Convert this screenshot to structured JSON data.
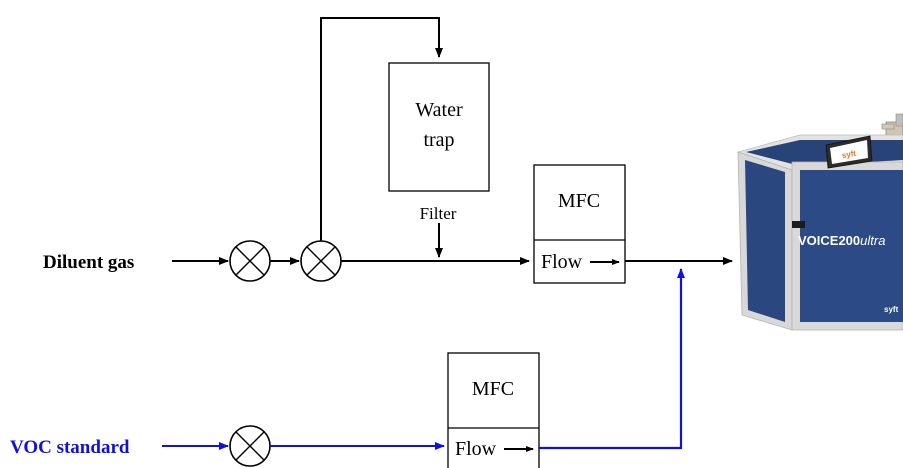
{
  "labels": {
    "diluent": "Diluent gas",
    "voc": "VOC standard",
    "water_trap_line1": "Water",
    "water_trap_line2": "trap",
    "filter": "Filter",
    "mfc_top_title": "MFC",
    "mfc_top_flow": "Flow",
    "mfc_bottom_title": "MFC",
    "mfc_bottom_flow": "Flow"
  },
  "instrument": {
    "name_main": "VOICE200",
    "name_suffix": "ultra",
    "screen_logo": "syft",
    "corner_logo": "syft"
  },
  "colors": {
    "diluent_line": "#000000",
    "voc_line": "#1010e0",
    "instrument_body": "#2c4a86",
    "instrument_frame": "#d9d9d9",
    "logo_orange": "#e8752a"
  }
}
